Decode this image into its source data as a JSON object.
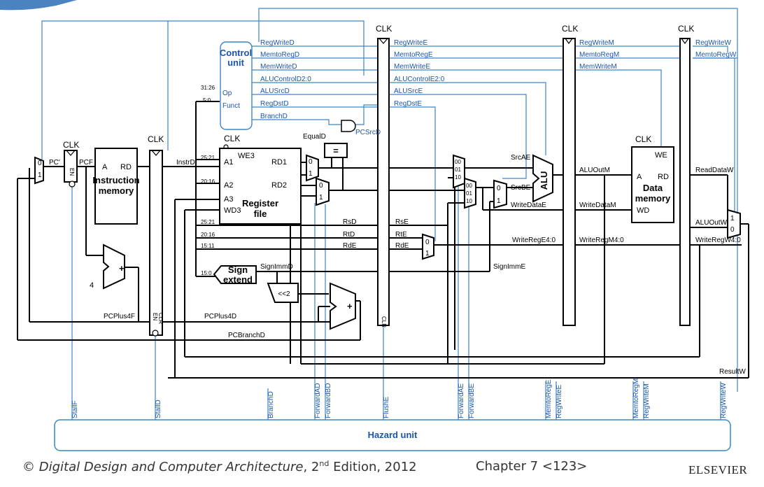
{
  "title": "",
  "clk": "CLK",
  "blocks": {
    "instruction_memory": {
      "line1": "Instruction",
      "line2": "memory",
      "port_a": "A",
      "port_rd": "RD"
    },
    "register_file": {
      "line1": "Register",
      "line2": "file",
      "a1": "A1",
      "a2": "A2",
      "a3": "A3",
      "wd3": "WD3",
      "we3": "WE3",
      "rd1": "RD1",
      "rd2": "RD2"
    },
    "control_unit": {
      "line1": "Control",
      "line2": "unit",
      "op": "Op",
      "funct": "Funct"
    },
    "sign_extend": {
      "line1": "Sign",
      "line2": "extend"
    },
    "alu": "ALU",
    "data_memory": {
      "line1": "Data",
      "line2": "memory",
      "we": "WE",
      "port_a": "A",
      "port_rd": "RD",
      "wd": "WD"
    },
    "hazard_unit": "Hazard unit",
    "shift": "<<2",
    "equal": "=",
    "adder_plus": "+",
    "const_four": "4"
  },
  "control_signals_d": [
    "RegWriteD",
    "MemtoRegD",
    "MemWriteD",
    "ALUControlD2:0",
    "ALUSrcD",
    "RegDstD",
    "BranchD"
  ],
  "control_signals_e": [
    "RegWriteE",
    "MemtoRegE",
    "MemWriteE",
    "ALUControlE2:0",
    "ALUSrcE",
    "RegDstE"
  ],
  "control_signals_m": [
    "RegWriteM",
    "MemtoRegM",
    "MemWriteM"
  ],
  "control_signals_w": [
    "RegWriteW",
    "MemtoRegW"
  ],
  "bit_fields": {
    "op": "31:26",
    "funct": "5:0",
    "rs": "25:21",
    "rt": "20:16",
    "rd": "15:11",
    "imm": "15:0"
  },
  "datapath_labels": {
    "pc_prime": "PC'",
    "pcf": "PCF",
    "instrd": "InstrD",
    "pcplus4f": "PCPlus4F",
    "pcplus4d": "PCPlus4D",
    "pcbranchd": "PCBranchD",
    "equald": "EqualD",
    "pcsrcd": "PCSrcD",
    "rsd": "RsD",
    "rtd": "RtD",
    "rde": "RdE",
    "rse": "RsE",
    "rte": "RtE",
    "rde2": "RdE",
    "signimmd": "SignImmD",
    "signimme": "SignImmE",
    "srcae": "SrcAE",
    "srcbe": "SrcBE",
    "writedatae": "WriteDataE",
    "writerege": "WriteRegE4:0",
    "aluoutm": "ALUOutM",
    "writedatam": "WriteDataM",
    "writeregm": "WriteRegM4:0",
    "readdataw": "ReadDataW",
    "aluoutw": "ALUOutW",
    "writeregw": "WriteRegW4:0",
    "resultw": "ResultW"
  },
  "hazard_signals": [
    "StallF",
    "StallD",
    "BranchD",
    "ForwardAD",
    "ForwardBD",
    "FlushE",
    "ForwardAE",
    "ForwardBE",
    "MemtoRegE",
    "RegWriteE",
    "MemtoRegM",
    "RegWriteM",
    "RegWriteW"
  ],
  "register_pins": {
    "en": "EN",
    "clr": "CLR"
  },
  "mux_inputs": {
    "zero": "0",
    "one": "1",
    "m00": "00",
    "m01": "01",
    "m10": "10"
  },
  "footer": {
    "copyright_symbol": "©",
    "book_title": "Digital Design and Computer Architecture",
    "edition_pre": ", 2",
    "edition_sup": "nd",
    "edition_post": " Edition, 2012",
    "chapter": "Chapter 7 <123>",
    "publisher": "ELSEVIER"
  }
}
